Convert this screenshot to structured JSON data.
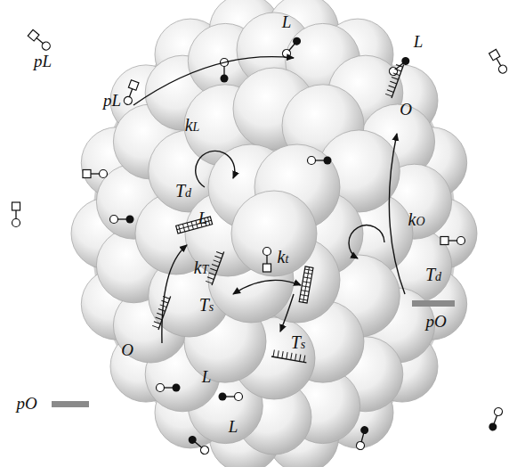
{
  "diagram": {
    "labels": [
      "pL",
      "pL",
      "L",
      "L",
      "kL",
      "O",
      "Td",
      "L",
      "kO",
      "kT",
      "kt",
      "Td",
      "Ts",
      "pO",
      "O",
      "Ts",
      "pO",
      "L",
      "L"
    ]
  }
}
